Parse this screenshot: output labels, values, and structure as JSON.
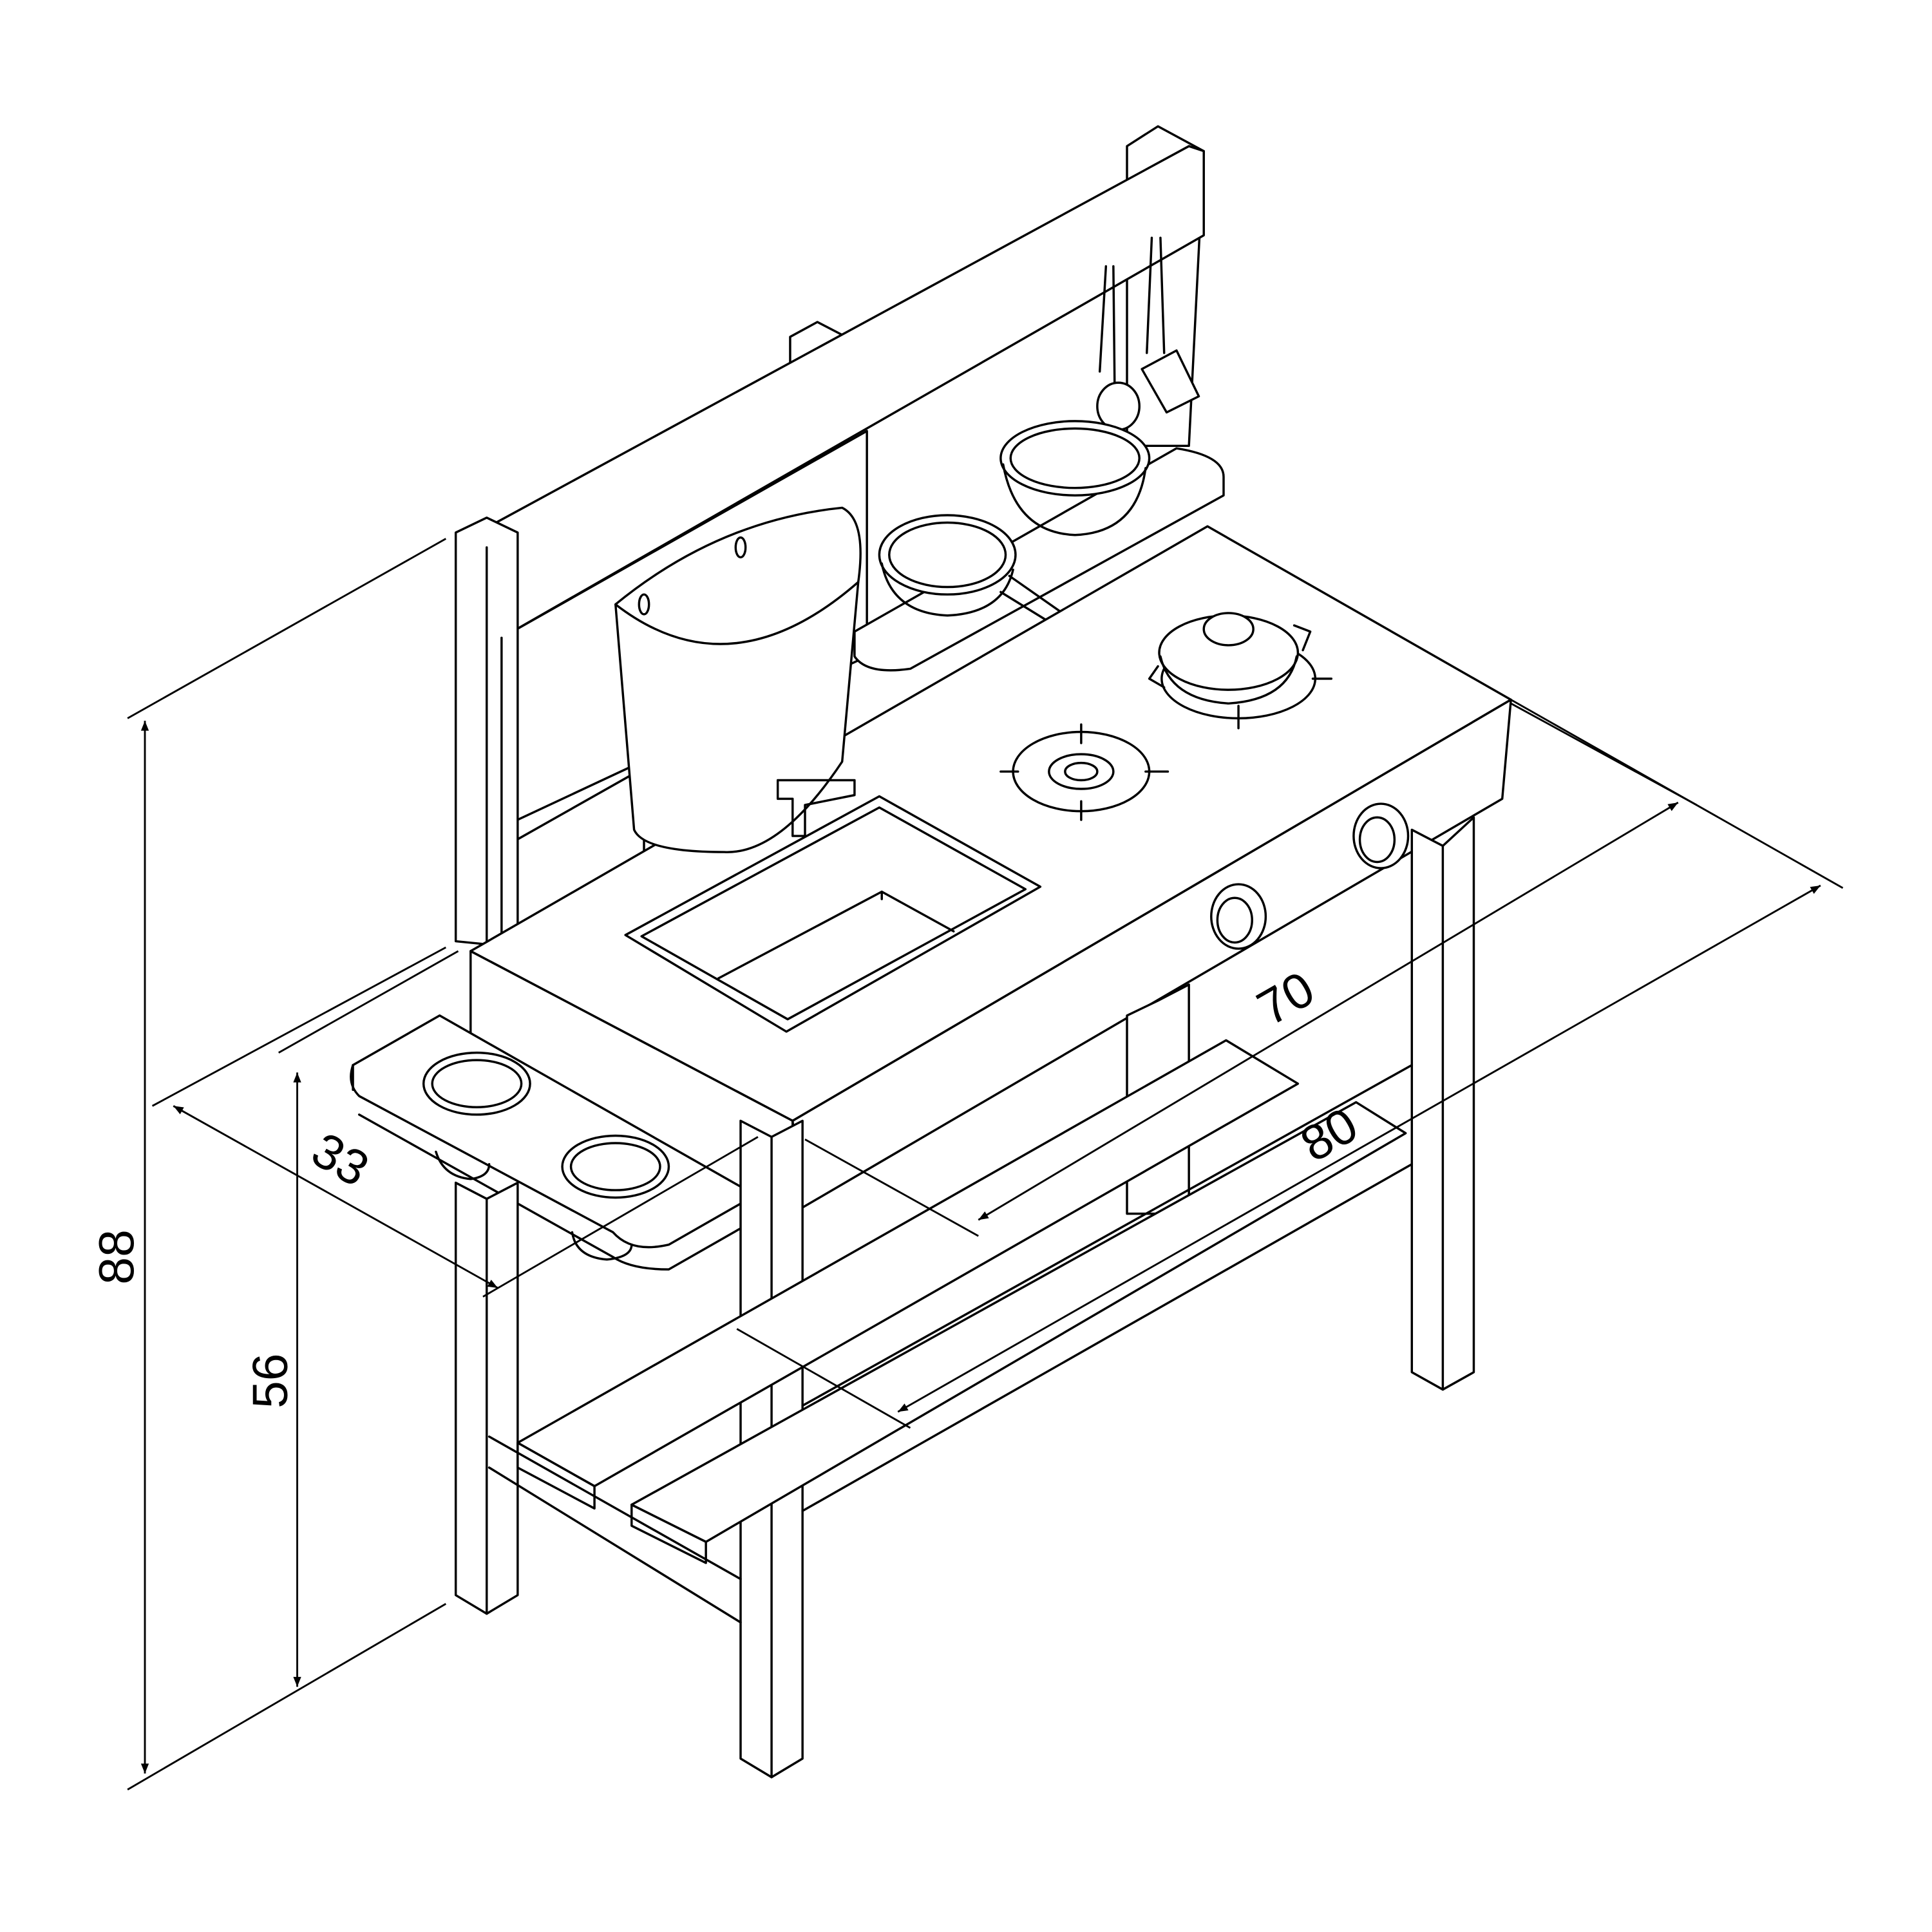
{
  "dimensions": {
    "total_height": "88",
    "counter_height": "56",
    "side_shelf_depth": "33",
    "depth": "70",
    "width": "80"
  },
  "colors": {
    "line": "#000000",
    "background": "#ffffff"
  }
}
